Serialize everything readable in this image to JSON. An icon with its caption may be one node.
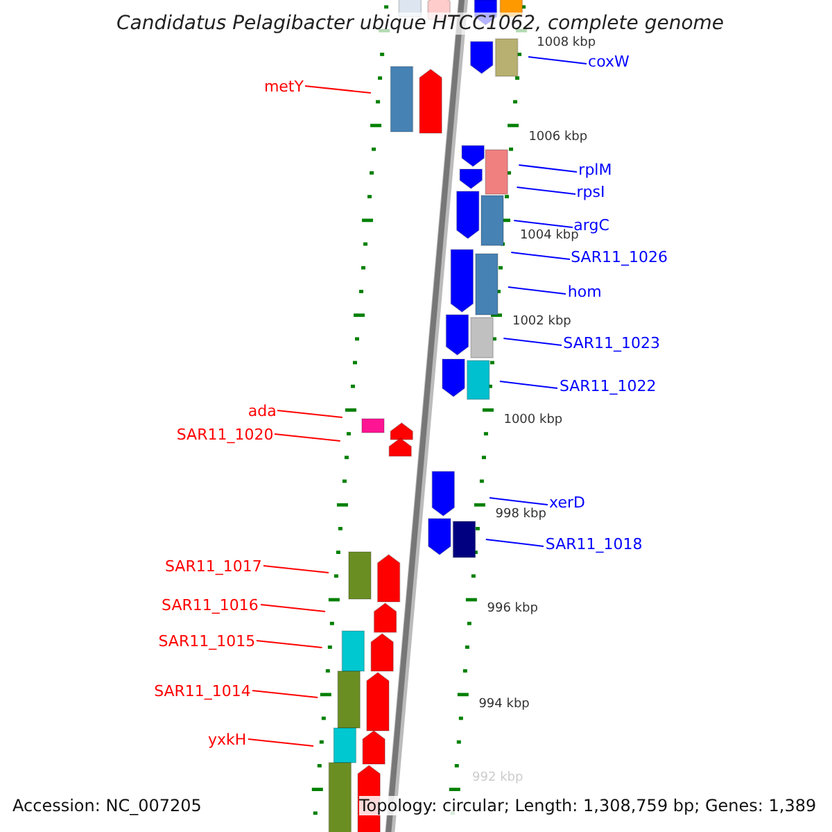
{
  "diagram": {
    "title": "Candidatus Pelagibacter ubique HTCC1062, complete genome",
    "nodes": [
      {
        "text": [
          "coxW"
        ]
      },
      {
        "text": [
          "metY"
        ]
      },
      {
        "text": [
          "rplM"
        ]
      },
      {
        "text": [
          "rpsI"
        ]
      },
      {
        "text": [
          "argC"
        ]
      },
      {
        "text": [
          "SAR11_1026"
        ]
      },
      {
        "text": [
          "hom"
        ]
      },
      {
        "text": [
          "SAR11_1023"
        ]
      },
      {
        "text": [
          "SAR11_1022"
        ]
      },
      {
        "text": [
          "ada"
        ]
      },
      {
        "text": [
          "SAR11_1020"
        ]
      },
      {
        "text": [
          "xerD"
        ]
      },
      {
        "text": [
          "SAR11_1018"
        ]
      },
      {
        "text": [
          "SAR11_1017"
        ]
      },
      {
        "text": [
          "SAR11_1016"
        ]
      },
      {
        "text": [
          "SAR11_1015"
        ]
      },
      {
        "text": [
          "SAR11_1014"
        ]
      },
      {
        "text": [
          "yxkH"
        ]
      }
    ],
    "edges": [
      {
        "from": 0,
        "to": null,
        "arrow": "none"
      },
      {
        "from": 1,
        "to": null,
        "arrow": "none",
        "color": "#ff0000"
      },
      {
        "from": 2,
        "to": null,
        "arrow": "none"
      },
      {
        "from": 3,
        "to": null,
        "arrow": "none"
      },
      {
        "from": 4,
        "to": null,
        "arrow": "none"
      },
      {
        "from": 5,
        "to": null,
        "arrow": "none"
      },
      {
        "from": 6,
        "to": null,
        "arrow": "none"
      },
      {
        "from": 7,
        "to": null,
        "arrow": "none"
      },
      {
        "from": 8,
        "to": null,
        "arrow": "none"
      },
      {
        "from": 9,
        "to": null,
        "arrow": "none",
        "color": "#ff0000"
      },
      {
        "from": 10,
        "to": null,
        "arrow": "none",
        "color": "#ff0000"
      },
      {
        "from": 11,
        "to": null,
        "arrow": "none"
      },
      {
        "from": 12,
        "to": null,
        "arrow": "none"
      },
      {
        "from": 13,
        "to": null,
        "arrow": "none",
        "color": "#ff0000"
      },
      {
        "from": 14,
        "to": null,
        "arrow": "none",
        "color": "#ff0000"
      },
      {
        "from": 15,
        "to": null,
        "arrow": "none",
        "color": "#ff0000"
      },
      {
        "from": 16,
        "to": null,
        "arrow": "none",
        "color": "#ff0000"
      },
      {
        "from": 17,
        "to": null,
        "arrow": "none",
        "color": "#ff0000"
      }
    ],
    "labels": [
      "1008 kbp",
      "1006 kbp",
      "1004 kbp",
      "1002 kbp",
      "1000 kbp",
      "998 kbp",
      "996 kbp",
      "994 kbp",
      "992 kbp",
      "Accession: NC_007205",
      "Topology: circular; Length: 1,308,759 bp; Genes: 1,389"
    ]
  }
}
